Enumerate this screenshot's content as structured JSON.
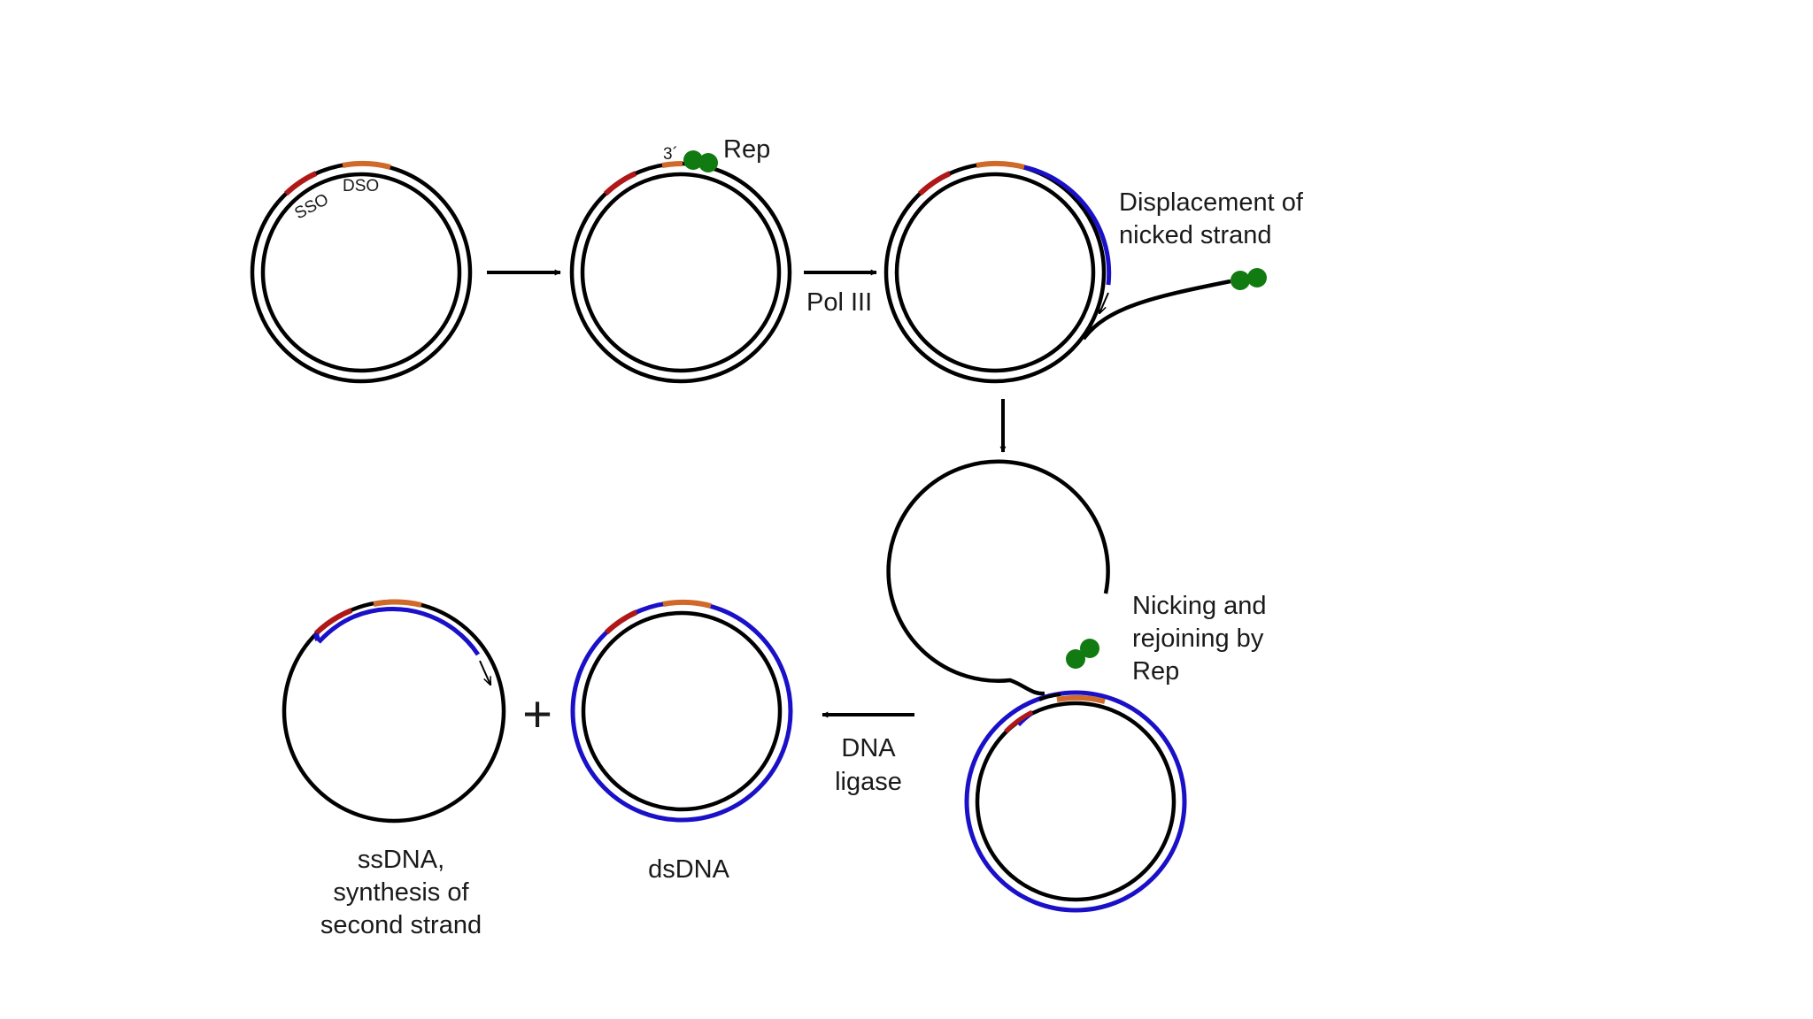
{
  "labels": {
    "sso": "SSO",
    "dso": "DSO",
    "three_prime": "3´",
    "rep": "Rep",
    "pol_iii": "Pol III",
    "displacement_line1": "Displacement of",
    "displacement_line2": "nicked strand",
    "nicking_line1": "Nicking and",
    "nicking_line2": "rejoining by",
    "nicking_line3": "Rep",
    "dna_ligase_line1": "DNA",
    "dna_ligase_line2": "ligase",
    "plus": "+",
    "ssdna_line1": "ssDNA,",
    "ssdna_line2": "synthesis of",
    "ssdna_line3": "second strand",
    "dsdna": "dsDNA"
  },
  "colors": {
    "strand": "#000000",
    "new_strand": "#1a10c8",
    "sso_marker": "#b01818",
    "dso_marker": "#d06a2a",
    "rep_protein": "#117a11",
    "background": "#ffffff"
  }
}
